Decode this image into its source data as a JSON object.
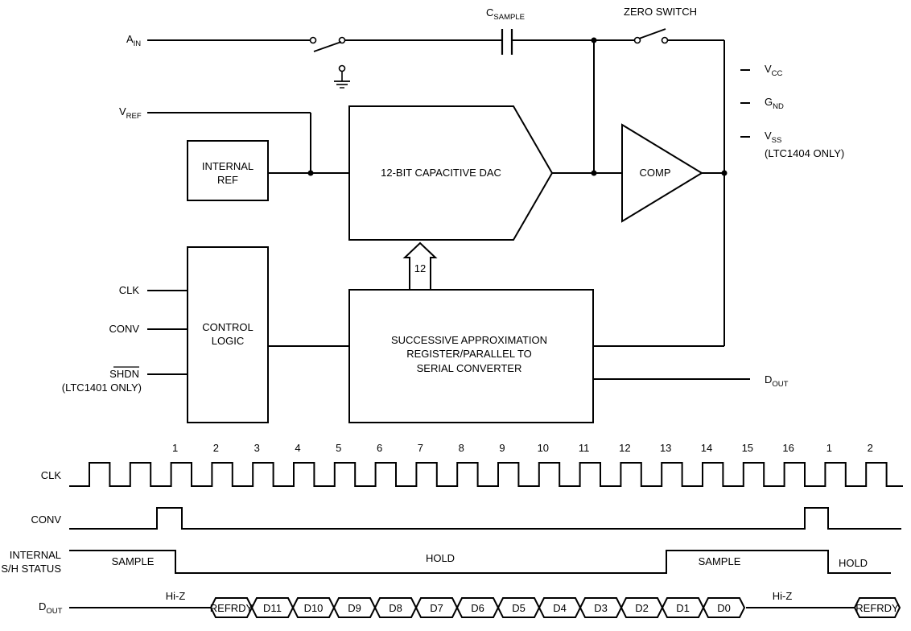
{
  "signals": {
    "ain": {
      "main": "A",
      "sub": "IN"
    },
    "vref": {
      "main": "V",
      "sub": "REF"
    },
    "csample": {
      "main": "C",
      "sub": "SAMPLE"
    },
    "zero_switch": "ZERO SWITCH",
    "vcc": {
      "main": "V",
      "sub": "CC"
    },
    "gnd": {
      "main": "G",
      "sub": "ND"
    },
    "vss": {
      "main": "V",
      "sub": "SS"
    },
    "vss_note": "(LTC1404 ONLY)",
    "clk": "CLK",
    "conv": "CONV",
    "shdn": "SHDN",
    "shdn_note": "(LTC1401 ONLY)",
    "dout": {
      "main": "D",
      "sub": "OUT"
    }
  },
  "blocks": {
    "internal_ref": [
      "INTERNAL",
      "REF"
    ],
    "dac": "12-BIT CAPACITIVE DAC",
    "comp": "COMP",
    "control_logic": [
      "CONTROL",
      "LOGIC"
    ],
    "sar": [
      "SUCCESSIVE APPROXIMATION",
      "REGISTER/PARALLEL TO",
      "SERIAL CONVERTER"
    ],
    "bus_width": "12"
  },
  "timing": {
    "clk_label": "CLK",
    "conv_label": "CONV",
    "status_label": [
      "INTERNAL",
      "S/H STATUS"
    ],
    "dout_label": {
      "main": "D",
      "sub": "OUT"
    },
    "clock_numbers": [
      "1",
      "2",
      "3",
      "4",
      "5",
      "6",
      "7",
      "8",
      "9",
      "10",
      "11",
      "12",
      "13",
      "14",
      "15",
      "16",
      "1",
      "2"
    ],
    "status_states": [
      "SAMPLE",
      "HOLD",
      "SAMPLE",
      "HOLD"
    ],
    "dout_hiz": [
      "Hi-Z",
      "Hi-Z"
    ],
    "dout_bits": [
      "REFRDY",
      "D11",
      "D10",
      "D9",
      "D8",
      "D7",
      "D6",
      "D5",
      "D4",
      "D3",
      "D2",
      "D1",
      "D0"
    ],
    "dout_end": "REFRDY"
  }
}
